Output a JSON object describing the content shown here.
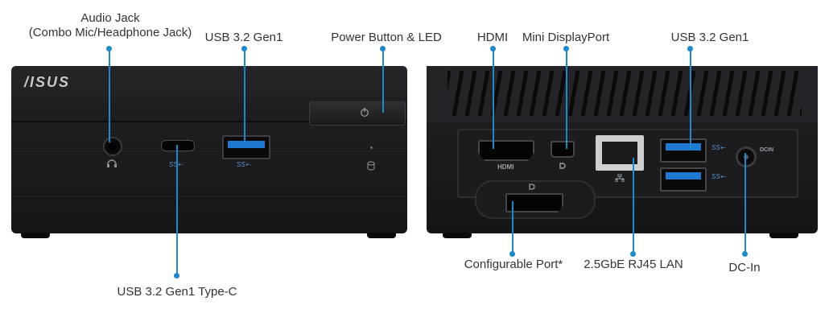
{
  "brand": "/ISUS",
  "colors": {
    "accent": "#1e88c9",
    "device_body": "#1b1b1d",
    "usb_blue": "#1f78d1"
  },
  "icons": [
    "headphone-mic-icon",
    "superspeed-usb-icon",
    "power-icon",
    "hdd-activity-icon",
    "displayport-icon",
    "ethernet-icon"
  ],
  "front_labels": {
    "audio_jack_line1": "Audio Jack",
    "audio_jack_line2": "(Combo Mic/Headphone Jack)",
    "usb_top": "USB 3.2 Gen1",
    "power": "Power Button & LED",
    "usb_c": "USB 3.2 Gen1 Type-C"
  },
  "rear_labels": {
    "hdmi": "HDMI",
    "mini_dp": "Mini DisplayPort",
    "usb": "USB 3.2 Gen1",
    "configurable": "Configurable Port*",
    "lan": "2.5GbE RJ45 LAN",
    "dc_in": "DC-In"
  },
  "port_text": {
    "hdmi_print": "HDMI",
    "ss_mark": "SS⇠",
    "dc_print": "DCIN"
  }
}
